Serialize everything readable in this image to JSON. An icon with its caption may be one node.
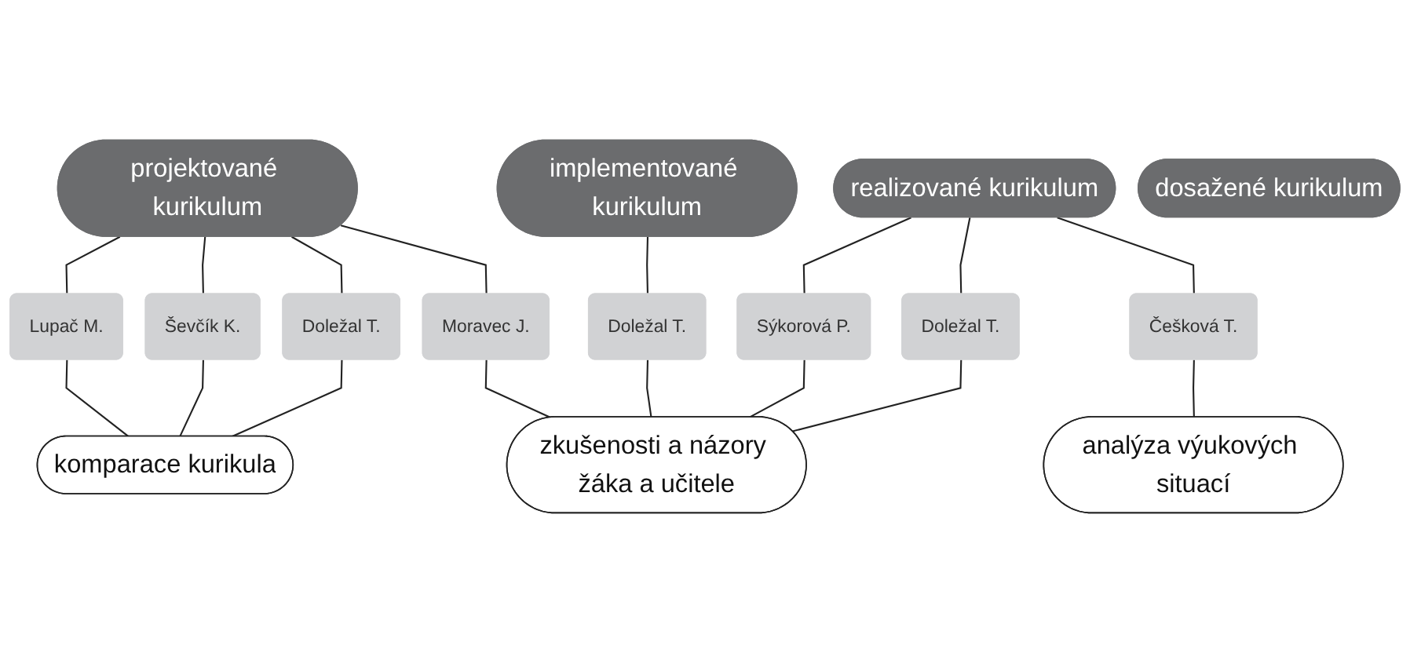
{
  "diagram": {
    "nodes": [
      {
        "text": [
          "projektované kurikulum"
        ]
      },
      {
        "text": [
          "implementované kurikulum"
        ]
      },
      {
        "text": [
          "realizované kurikulum"
        ]
      },
      {
        "text": [
          "dosažené kurikulum"
        ]
      },
      {
        "text": [
          "Lupač M."
        ]
      },
      {
        "text": [
          "Ševčík K."
        ]
      },
      {
        "text": [
          "Doležal T."
        ]
      },
      {
        "text": [
          "Moravec J."
        ]
      },
      {
        "text": [
          "Doležal T."
        ]
      },
      {
        "text": [
          "Sýkorová P."
        ]
      },
      {
        "text": [
          "Doležal T."
        ]
      },
      {
        "text": [
          "Češková T."
        ]
      },
      {
        "text": [
          "komparace kurikula"
        ]
      },
      {
        "text": [
          "zkušenosti a názory žáka a učitele"
        ]
      },
      {
        "text": [
          "analýza výukových situací"
        ]
      }
    ],
    "edges": [
      {
        "from": 0,
        "to": 4,
        "arrow": "none"
      },
      {
        "from": 0,
        "to": 5,
        "arrow": "none"
      },
      {
        "from": 0,
        "to": 6,
        "arrow": "none"
      },
      {
        "from": 0,
        "to": 7,
        "arrow": "none"
      },
      {
        "from": 1,
        "to": 8,
        "arrow": "none"
      },
      {
        "from": 2,
        "to": 9,
        "arrow": "none"
      },
      {
        "from": 2,
        "to": 10,
        "arrow": "none"
      },
      {
        "from": 2,
        "to": 11,
        "arrow": "none"
      },
      {
        "from": 4,
        "to": 12,
        "arrow": "none"
      },
      {
        "from": 5,
        "to": 12,
        "arrow": "none"
      },
      {
        "from": 6,
        "to": 12,
        "arrow": "none"
      },
      {
        "from": 7,
        "to": 13,
        "arrow": "none"
      },
      {
        "from": 8,
        "to": 13,
        "arrow": "none"
      },
      {
        "from": 9,
        "to": 13,
        "arrow": "none"
      },
      {
        "from": 10,
        "to": 13,
        "arrow": "none"
      },
      {
        "from": 11,
        "to": 14,
        "arrow": "none"
      }
    ]
  }
}
